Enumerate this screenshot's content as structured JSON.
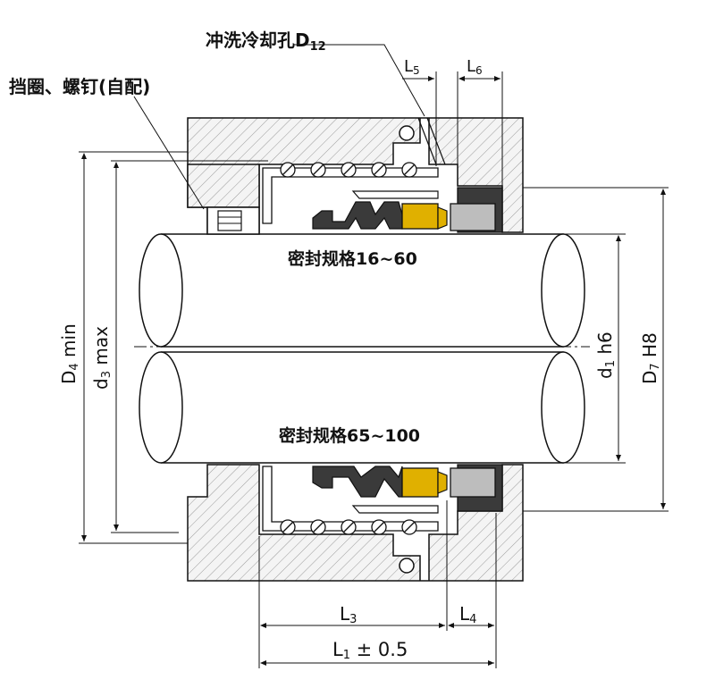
{
  "labels": {
    "flush_hole": "冲洗冷却孔D",
    "flush_hole_sub": "12",
    "retainer": "挡圈、螺钉(自配)",
    "size_small": "密封规格16~60",
    "size_large": "密封规格65~100",
    "d4": "D",
    "d4_sub": "4",
    "d4_suffix": " min",
    "d3": "d",
    "d3_sub": "3",
    "d3_suffix": " max",
    "d1": "d",
    "d1_sub": "1",
    "d1_suffix": " h6",
    "d7": "D",
    "d7_sub": "7",
    "d7_suffix": " H8",
    "l5": "L",
    "l5_sub": "5",
    "l6": "L",
    "l6_sub": "6",
    "l3": "L",
    "l3_sub": "3",
    "l4": "L",
    "l4_sub": "4",
    "l1": "L",
    "l1_sub": "1",
    "l1_suffix": " ± 0.5"
  },
  "colors": {
    "line": "#111111",
    "hatch": "#9a9a9a",
    "housing_fill": "#f4f4f4",
    "shaft_fill": "#ffffff",
    "elastomer": "#3a3a3a",
    "carbon_face": "#e0b000",
    "stationary_seat": "#bdbdbd"
  }
}
